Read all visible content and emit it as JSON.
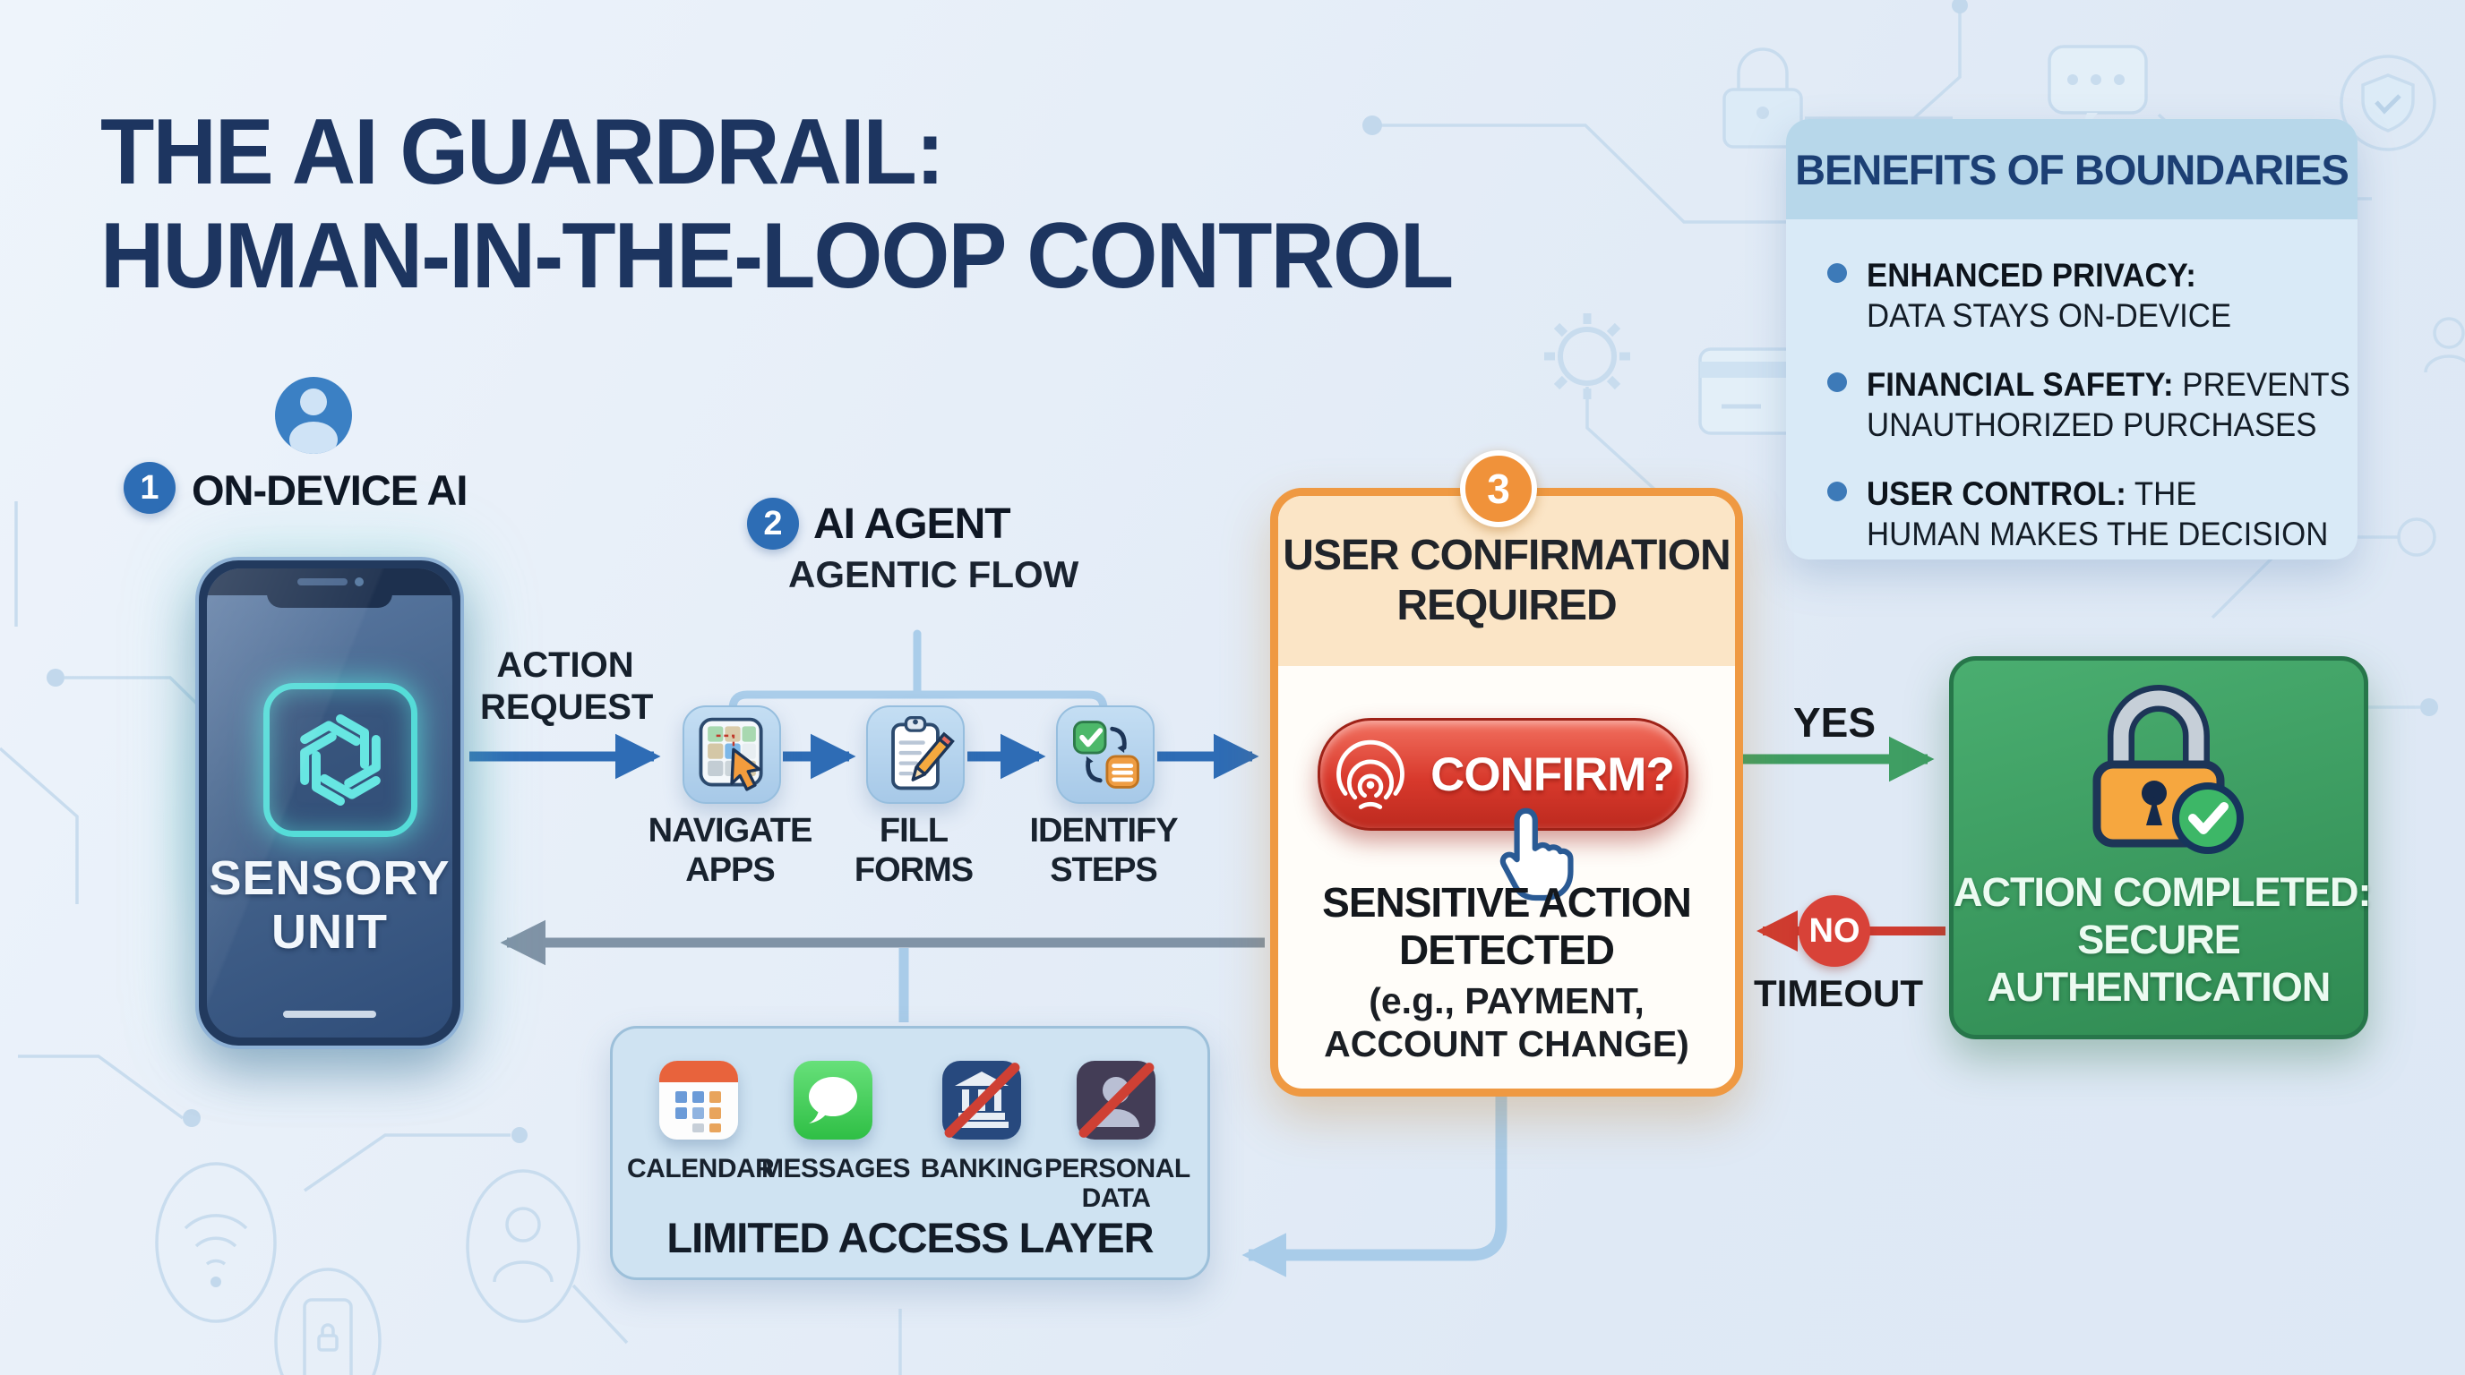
{
  "title": {
    "line1": "THE AI GUARDRAIL:",
    "line2": "HUMAN-IN-THE-LOOP CONTROL"
  },
  "benefits": {
    "title": "BENEFITS OF BOUNDARIES",
    "items": [
      {
        "bold": "ENHANCED PRIVACY:",
        "rest": "",
        "line2": "DATA STAYS ON-DEVICE"
      },
      {
        "bold": "FINANCIAL SAFETY:",
        "rest": " PREVENTS",
        "line2": "UNAUTHORIZED PURCHASES"
      },
      {
        "bold": "USER CONTROL:",
        "rest": " THE",
        "line2": "HUMAN MAKES THE DECISION"
      }
    ]
  },
  "step1": {
    "number": "1",
    "label": "ON-DEVICE AI",
    "phone": {
      "line1": "SENSORY",
      "line2": "UNIT"
    }
  },
  "action_request": {
    "line1": "ACTION",
    "line2": "REQUEST"
  },
  "step2": {
    "number": "2",
    "label": "AI AGENT",
    "sublabel": "AGENTIC FLOW",
    "flow": [
      {
        "icon": "app-grid-cursor-icon",
        "line1": "NAVIGATE",
        "line2": "APPS"
      },
      {
        "icon": "clipboard-pencil-icon",
        "line1": "FILL",
        "line2": "FORMS"
      },
      {
        "icon": "checklist-steps-icon",
        "line1": "IDENTIFY",
        "line2": "STEPS"
      }
    ]
  },
  "step3": {
    "number": "3",
    "title1": "USER CONFIRMATION",
    "title2": "REQUIRED",
    "button": "CONFIRM?",
    "detect1": "SENSITIVE ACTION",
    "detect2": "DETECTED",
    "example1": "(e.g., PAYMENT,",
    "example2": "ACCOUNT CHANGE)"
  },
  "decisions": {
    "yes": "YES",
    "no": "NO",
    "timeout": "TIMEOUT"
  },
  "result": {
    "line1": "ACTION COMPLETED:",
    "line2": "SECURE",
    "line3": "AUTHENTICATION"
  },
  "limited": {
    "title": "LIMITED ACCESS LAYER",
    "apps": [
      {
        "label": "CALENDAR",
        "icon": "calendar-icon",
        "restricted": false
      },
      {
        "label": "MESSAGES",
        "icon": "messages-icon",
        "restricted": false
      },
      {
        "label": "BANKING",
        "icon": "banking-icon",
        "restricted": true
      },
      {
        "label": "PERSONAL DATA",
        "icon": "personal-data-icon",
        "restricted": true
      }
    ]
  },
  "colors": {
    "accent_blue": "#2d6db5",
    "accent_orange": "#f0923a",
    "accent_red": "#cf3b30",
    "accent_green": "#35915a",
    "connector_light": "#a9cce9",
    "background": "#e7f0f9"
  }
}
